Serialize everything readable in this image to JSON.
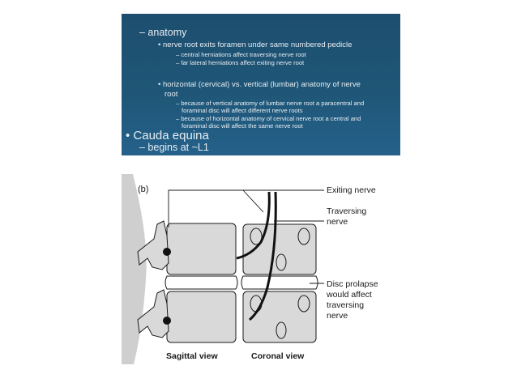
{
  "slide": {
    "l1_anatomy": "– anatomy",
    "l2_exit": "• nerve root exits foramen under same numbered pedicle",
    "l3_central": "– central herniations affect traversing nerve root",
    "l3_far": "– far lateral herniations affect exiting nerve root",
    "l2_horiz_a": "• horizontal (cervical) vs. vertical (lumbar) anatomy of nerve",
    "l2_horiz_b": "root",
    "l3_vert_a": "– because of vertical anatomy of lumbar nerve root a paracentral and",
    "l3_vert_b": "foraminal disc will affect different nerve roots",
    "l3_horz_a": "– because of horizontal anatomy of cervical nerve root a central and",
    "l3_horz_b": "foraminal disc will affect the same nerve root",
    "l0_cauda": "• Cauda equina",
    "l1_begins": "– begins at ~L1"
  },
  "figure": {
    "panel_label": "(b)",
    "label_exiting": "Exiting nerve",
    "label_traversing_1": "Traversing",
    "label_traversing_2": "nerve",
    "label_disc_1": "Disc prolapse",
    "label_disc_2": "would affect",
    "label_disc_3": "traversing",
    "label_disc_4": "nerve",
    "caption_sagittal": "Sagittal view",
    "caption_coronal": "Coronal view"
  },
  "colors": {
    "slide_bg": "#1f5677",
    "slide_text": "#e8eef3",
    "bone_fill": "#d9d9d9",
    "outline": "#1a1a1a"
  }
}
